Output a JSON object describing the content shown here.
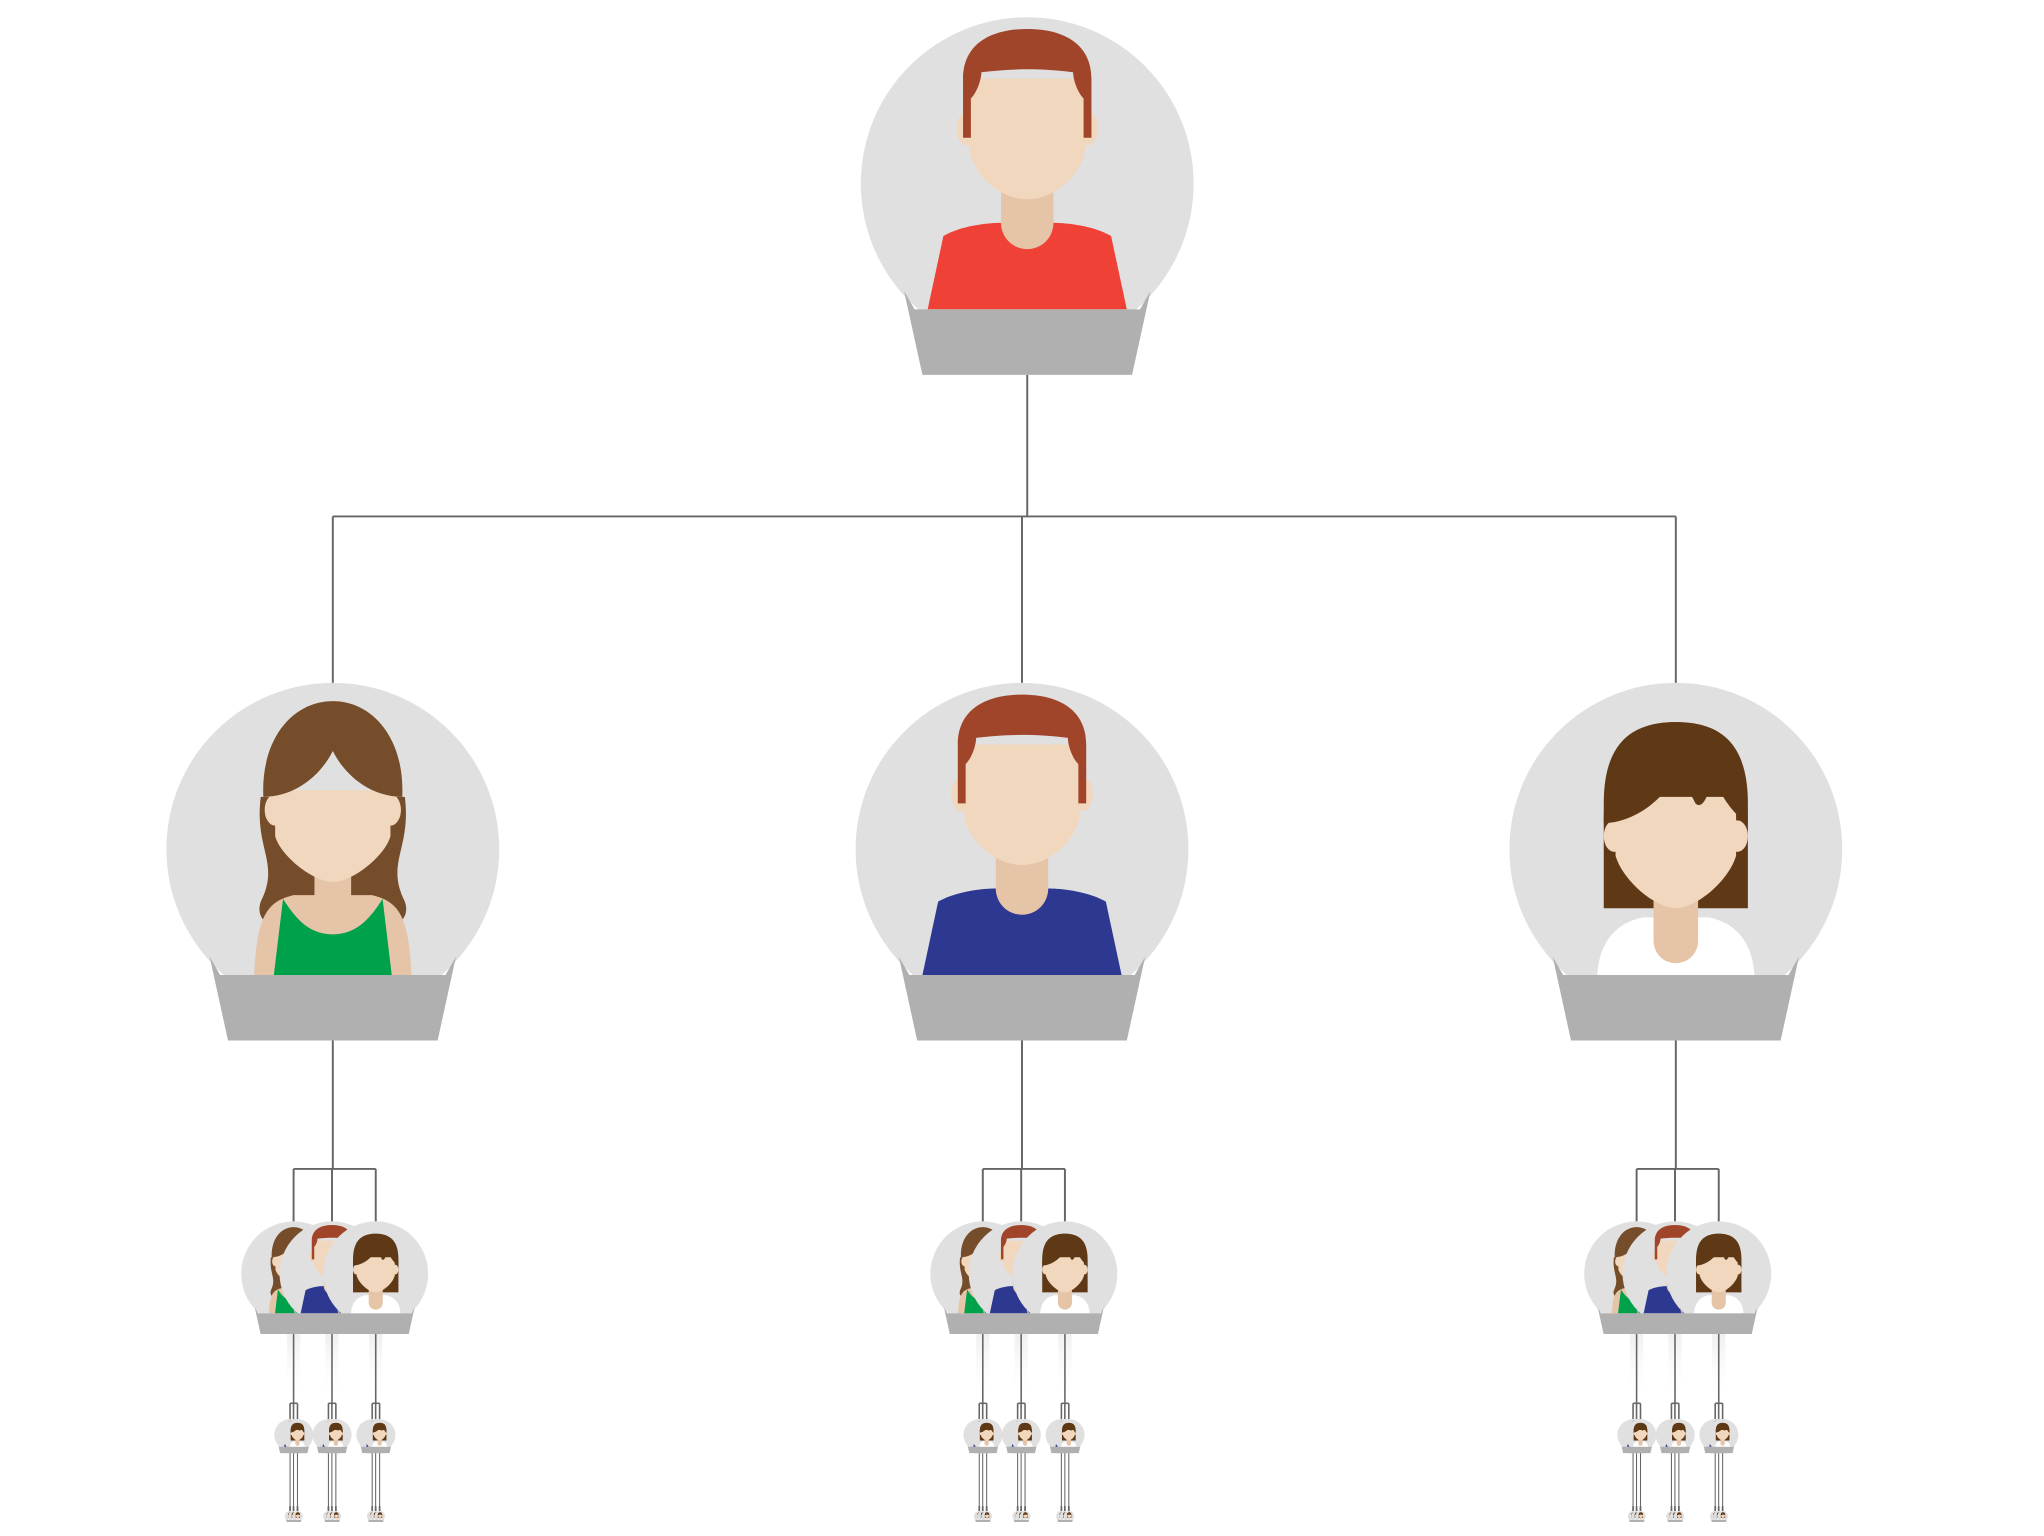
{
  "org_chart": {
    "root_avatar": "male-red-shirt",
    "child_avatars": [
      "female-wavy-hair-green-top",
      "male-blue-shirt",
      "female-bob-hair-white-top"
    ],
    "depth_below_root": 4,
    "colors": {
      "background": "#ffffff",
      "node_circle": "#e0e0e0",
      "node_base": "#b0b0b0",
      "connector": "#666666",
      "skin": "#f1d7bd",
      "skin_shadow": "#e6c4a8",
      "hair_red": "#a0452a",
      "hair_brown": "#764d2a",
      "hair_dark": "#5f3815",
      "shirt_red": "#ef4136",
      "shirt_green": "#00a14b",
      "shirt_blue": "#2d3890",
      "shirt_white": "#ffffff"
    }
  }
}
